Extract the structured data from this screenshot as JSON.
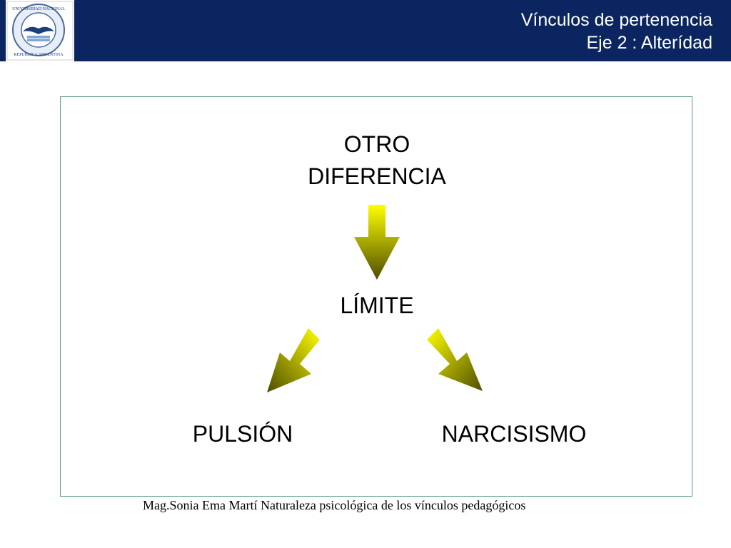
{
  "header": {
    "title_line1": "Vínculos de pertenencia",
    "title_line2": "Eje 2 : Alterídad",
    "background_color": "#0b2560"
  },
  "logo": {
    "icon": "university-seal-icon",
    "seal_text": "UNIVERSIDAD NACIONAL DE CUYO REPUBLICA ARGENTINA"
  },
  "diagram": {
    "top_line1": "OTRO",
    "top_line2": "DIFERENCIA",
    "middle": "LÍMITE",
    "bottom_left": "PULSIÓN",
    "bottom_right": "NARCISISMO",
    "arrow_color_light": "#ffff00",
    "arrow_color_dark": "#4d4d00",
    "frame_color": "#5f9c82"
  },
  "footer": {
    "text": "Mag.Sonia Ema Martí  Naturaleza psicológica de los vínculos pedagógicos"
  }
}
